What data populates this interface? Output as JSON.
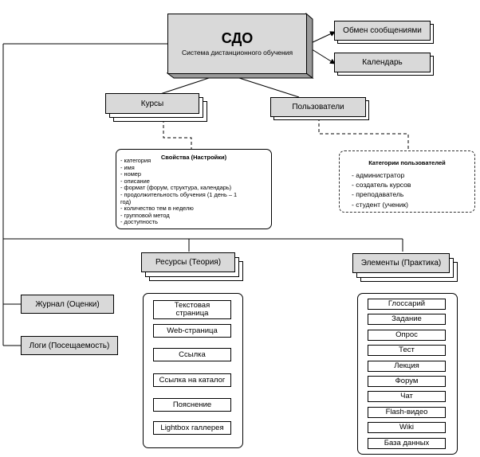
{
  "sdo": {
    "title": "СДО",
    "subtitle": "Система дистанционного обучения"
  },
  "messages": "Обмен сообщениями",
  "calendar": "Календарь",
  "courses": "Курсы",
  "users": "Пользователи",
  "properties": {
    "title": "Свойства (Настройки)",
    "items": [
      "- категория",
      "- имя",
      "- номер",
      "- описание",
      "- формат (форум, структура, календарь)",
      "- продолжительность обучения (1 день – 1",
      "год)",
      "- количество тем в неделю",
      "- групповой метод",
      "- доступность"
    ]
  },
  "user_categories": {
    "title": "Категории пользователей",
    "items": [
      "- администратор",
      "- создатель курсов",
      "- преподаватель",
      "- студент (ученик)"
    ]
  },
  "resources": {
    "title": "Ресурсы (Теория)",
    "items": [
      "Текстовая страница",
      "Web-страница",
      "Ссылка",
      "Ссылка на каталог",
      "Пояснение",
      "Lightbox галлерея"
    ]
  },
  "elements": {
    "title": "Элементы (Практика)",
    "items": [
      "Глоссарий",
      "Задание",
      "Опрос",
      "Тест",
      "Лекция",
      "Форум",
      "Чат",
      "Flash-видео",
      "Wiki",
      "База данных"
    ]
  },
  "journal": "Журнал (Оценки)",
  "logs": "Логи (Посещаемость)"
}
